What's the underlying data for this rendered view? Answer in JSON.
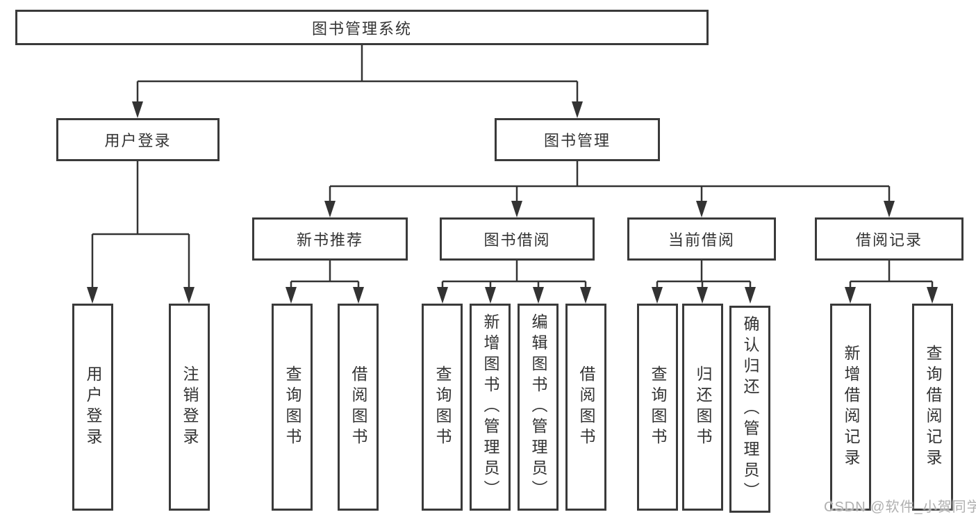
{
  "diagram": {
    "root": {
      "label": "图书管理系统"
    },
    "branches": [
      {
        "label": "用户登录",
        "children": [
          {
            "label": "用户登录"
          },
          {
            "label": "注销登录"
          }
        ]
      },
      {
        "label": "图书管理",
        "children": [
          {
            "label": "新书推荐",
            "children": [
              {
                "label": "查询图书"
              },
              {
                "label": "借阅图书"
              }
            ]
          },
          {
            "label": "图书借阅",
            "children": [
              {
                "label": "查询图书"
              },
              {
                "label": "新增图书（管理员）"
              },
              {
                "label": "编辑图书（管理员）"
              },
              {
                "label": "借阅图书"
              }
            ]
          },
          {
            "label": "当前借阅",
            "children": [
              {
                "label": "查询图书"
              },
              {
                "label": "归还图书"
              },
              {
                "label": "确认归还（管理员）"
              }
            ]
          },
          {
            "label": "借阅记录",
            "children": [
              {
                "label": "新增借阅记录"
              },
              {
                "label": "查询借阅记录"
              }
            ]
          }
        ]
      }
    ]
  },
  "watermark": "CSDN @软件_小贺同学",
  "colors": {
    "line": "#333333",
    "border": "#3a3a3a",
    "text": "#333333",
    "watermark": "#b0b0b0",
    "background": "#ffffff"
  }
}
